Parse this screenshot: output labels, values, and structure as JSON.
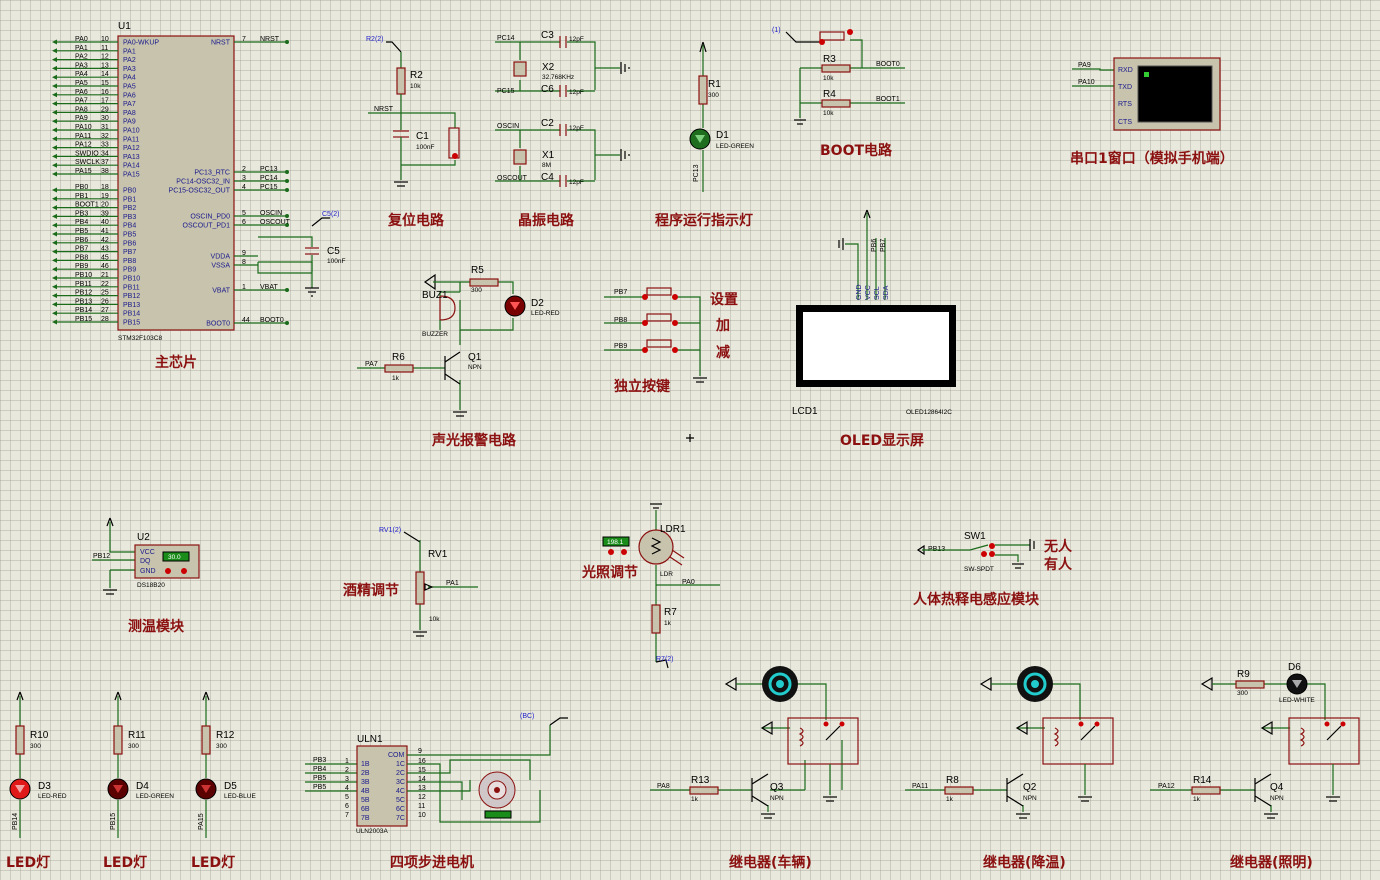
{
  "sections": {
    "main_chip": "主芯片",
    "reset": "复位电路",
    "crystal": "晶振电路",
    "run_led": "程序运行指示灯",
    "boot": "BOOT电路",
    "serial": "串口1窗口（模拟手机端）",
    "alarm": "声光报警电路",
    "keys": "独立按键",
    "oled": "OLED显示屏",
    "temp": "测温模块",
    "alcohol": "酒精调节",
    "light": "光照调节",
    "pir": "人体热释电感应模块",
    "led1": "LED灯",
    "led2": "LED灯",
    "led3": "LED灯",
    "stepper": "四项步进电机",
    "relay1": "继电器(车辆)",
    "relay2": "继电器(降温)",
    "relay3": "继电器(照明)"
  },
  "keys_labels": {
    "set": "设置",
    "add": "加",
    "sub": "减"
  },
  "pir_labels": {
    "none": "无人",
    "some": "有人"
  },
  "u1": {
    "ref": "U1",
    "part": "STM32F103C8",
    "left_pins_a": [
      {
        "net": "PA0",
        "num": "10",
        "name": "PA0-WKUP"
      },
      {
        "net": "PA1",
        "num": "11",
        "name": "PA1"
      },
      {
        "net": "PA2",
        "num": "12",
        "name": "PA2"
      },
      {
        "net": "PA3",
        "num": "13",
        "name": "PA3"
      },
      {
        "net": "PA4",
        "num": "14",
        "name": "PA4"
      },
      {
        "net": "PA5",
        "num": "15",
        "name": "PA5"
      },
      {
        "net": "PA6",
        "num": "16",
        "name": "PA6"
      },
      {
        "net": "PA7",
        "num": "17",
        "name": "PA7"
      },
      {
        "net": "PA8",
        "num": "29",
        "name": "PA8"
      },
      {
        "net": "PA9",
        "num": "30",
        "name": "PA9"
      },
      {
        "net": "PA10",
        "num": "31",
        "name": "PA10"
      },
      {
        "net": "PA11",
        "num": "32",
        "name": "PA11"
      },
      {
        "net": "PA12",
        "num": "33",
        "name": "PA12"
      },
      {
        "net": "SWDIO",
        "num": "34",
        "name": "PA13"
      },
      {
        "net": "SWCLK",
        "num": "37",
        "name": "PA14"
      },
      {
        "net": "PA15",
        "num": "38",
        "name": "PA15"
      }
    ],
    "left_pins_b": [
      {
        "net": "PB0",
        "num": "18",
        "name": "PB0"
      },
      {
        "net": "PB1",
        "num": "19",
        "name": "PB1"
      },
      {
        "net": "BOOT1",
        "num": "20",
        "name": "PB2"
      },
      {
        "net": "PB3",
        "num": "39",
        "name": "PB3"
      },
      {
        "net": "PB4",
        "num": "40",
        "name": "PB4"
      },
      {
        "net": "PB5",
        "num": "41",
        "name": "PB5"
      },
      {
        "net": "PB6",
        "num": "42",
        "name": "PB6"
      },
      {
        "net": "PB7",
        "num": "43",
        "name": "PB7"
      },
      {
        "net": "PB8",
        "num": "45",
        "name": "PB8"
      },
      {
        "net": "PB9",
        "num": "46",
        "name": "PB9"
      },
      {
        "net": "PB10",
        "num": "21",
        "name": "PB10"
      },
      {
        "net": "PB11",
        "num": "22",
        "name": "PB11"
      },
      {
        "net": "PB12",
        "num": "25",
        "name": "PB12"
      },
      {
        "net": "PB13",
        "num": "26",
        "name": "PB13"
      },
      {
        "net": "PB14",
        "num": "27",
        "name": "PB14"
      },
      {
        "net": "PB15",
        "num": "28",
        "name": "PB15"
      }
    ],
    "right_pins": [
      {
        "net": "NRST",
        "num": "7",
        "name": "NRST"
      },
      {
        "net": "PC13",
        "num": "2",
        "name": "PC13_RTC"
      },
      {
        "net": "PC14",
        "num": "3",
        "name": "PC14-OSC32_IN"
      },
      {
        "net": "PC15",
        "num": "4",
        "name": "PC15-OSC32_OUT"
      },
      {
        "net": "OSCIN",
        "num": "5",
        "name": "OSCIN_PD0"
      },
      {
        "net": "OSCOUT",
        "num": "6",
        "name": "OSCOUT_PD1"
      },
      {
        "net": "",
        "num": "9",
        "name": "VDDA"
      },
      {
        "net": "",
        "num": "8",
        "name": "VSSA"
      },
      {
        "net": "VBAT",
        "num": "1",
        "name": "VBAT"
      },
      {
        "net": "BOOT0",
        "num": "44",
        "name": "BOOT0"
      }
    ]
  },
  "parts": {
    "r2": "R2",
    "r2v": "10k",
    "c1": "C1",
    "c1v": "100nF",
    "nrst": "NRST",
    "r2tag": "R2(2)",
    "c3": "C3",
    "c3v": "12pF",
    "c6": "C6",
    "c6v": "12pF",
    "x2": "X2",
    "x2v": "32.768KHz",
    "pc14": "PC14",
    "pc15": "PC15",
    "c2": "C2",
    "c2v": "12pF",
    "c4": "C4",
    "c4v": "12pF",
    "x1": "X1",
    "x1v": "8M",
    "oscin": "OSCIN",
    "oscout": "OSCOUT",
    "r1": "R1",
    "r1v": "300",
    "d1": "D1",
    "d1v": "LED-GREEN",
    "pc13": "PC13",
    "r3": "R3",
    "r3v": "10k",
    "r4": "R4",
    "r4v": "10k",
    "boot0": "BOOT0",
    "boot1": "BOOT1",
    "btag": "(1)",
    "rxd": "RXD",
    "txd": "TXD",
    "rts": "RTS",
    "cts": "CTS",
    "pa9": "PA9",
    "pa10": "PA10",
    "c5": "C5",
    "c5v": "100nF",
    "c5tag": "C5(2)",
    "buz": "BUZ1",
    "buzv": "BUZZER",
    "r5": "R5",
    "r5v": "300",
    "d2": "D2",
    "d2v": "LED-RED",
    "r6": "R6",
    "r6v": "1k",
    "q1": "Q1",
    "q1v": "NPN",
    "pa7": "PA7",
    "pb7": "PB7",
    "pb8": "PB8",
    "pb9": "PB9",
    "gnd": "GND",
    "vcc": "VCC",
    "scl": "SCL",
    "sda": "SDA",
    "pb6": "PB6",
    "pb7b": "PB7",
    "lcd": "LCD1",
    "lcdv": "OLED12864I2C",
    "u2": "U2",
    "u2v": "DS18B20",
    "u2vcc": "VCC",
    "u2dq": "DQ",
    "u2gnd": "GND",
    "u2read": "30.0",
    "pb12": "PB12",
    "rv1": "RV1",
    "rv1v": "10k",
    "rv1tag": "RV1(2)",
    "pa1": "PA1",
    "ldr": "LDR1",
    "ldrv": "LDR",
    "ldrread": "198.1",
    "r7": "R7",
    "r7v": "1k",
    "r7tag": "R7(2)",
    "pa0": "PA0",
    "sw1": "SW1",
    "sw1v": "SW-SPDT",
    "pb13": "PB13",
    "r10": "R10",
    "r10v": "300",
    "d3": "D3",
    "d3v": "LED-RED",
    "pb14": "PB14",
    "r11": "R11",
    "r11v": "300",
    "d4": "D4",
    "d4v": "LED-GREEN",
    "pb15": "PB15",
    "r12": "R12",
    "r12v": "300",
    "d5": "D5",
    "d5v": "LED-BLUE",
    "pa15": "PA15",
    "uln": "ULN1",
    "ulnv": "ULN2003A",
    "pb3": "PB3",
    "pb4": "PB4",
    "pb5": "PB5",
    "pb5b": "PB5",
    "bc": "(BC)",
    "com": "COM",
    "r13": "R13",
    "r13v": "1k",
    "q3": "Q3",
    "q3v": "NPN",
    "pa8": "PA8",
    "r8": "R8",
    "r8v": "1k",
    "q2": "Q2",
    "q2v": "NPN",
    "pa11": "PA11",
    "r14": "R14",
    "r14v": "1k",
    "q4": "Q4",
    "q4v": "NPN",
    "pa12": "PA12",
    "r9": "R9",
    "r9v": "300",
    "d6": "D6",
    "d6v": "LED-WHITE"
  }
}
